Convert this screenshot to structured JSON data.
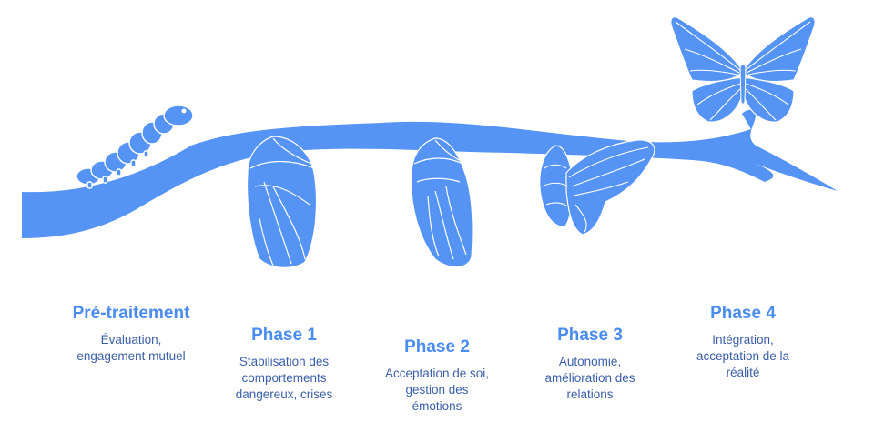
{
  "colors": {
    "primary": "#5594f5",
    "title": "#4a8cf0",
    "text": "#3a5fa8"
  },
  "illustrations": [
    "branch",
    "caterpillar-icon",
    "chrysalis-icon",
    "chrysalis-icon",
    "emerging-butterfly-icon",
    "butterfly-icon"
  ],
  "phases": [
    {
      "title": "Pré-traitement",
      "desc": [
        "Évaluation,",
        "engagement mutuel"
      ]
    },
    {
      "title": "Phase 1",
      "desc": [
        "Stabilisation des",
        "comportements",
        "dangereux, crises"
      ]
    },
    {
      "title": "Phase 2",
      "desc": [
        "Acceptation de soi,",
        "gestion des",
        "émotions"
      ]
    },
    {
      "title": "Phase 3",
      "desc": [
        "Autonomie,",
        "amélioration des",
        "relations"
      ]
    },
    {
      "title": "Phase 4",
      "desc": [
        "Intégration,",
        "acceptation de la",
        "réalité"
      ]
    }
  ]
}
